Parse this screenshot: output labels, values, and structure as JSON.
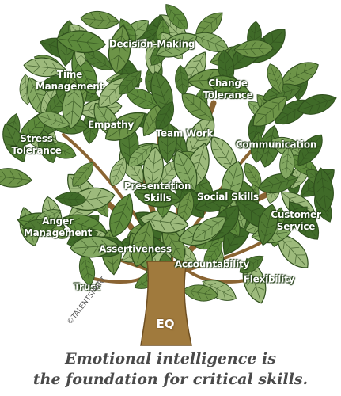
{
  "colors": {
    "leaf_dark": "#4f7a33",
    "leaf_mid": "#6d9448",
    "leaf_light": "#9dba7c",
    "trunk": "#a07a3d",
    "label_text": "#ffffff",
    "caption_text": "#4a4a4a"
  },
  "tree": {
    "trunk_label": "EQ",
    "copyright": "©TALENTSMART",
    "skills": [
      {
        "id": "decision-making",
        "lines": [
          "Decision-Making"
        ]
      },
      {
        "id": "time-management",
        "lines": [
          "Time",
          "Management"
        ]
      },
      {
        "id": "change-tolerance",
        "lines": [
          "Change",
          "Tolerance"
        ]
      },
      {
        "id": "empathy",
        "lines": [
          "Empathy"
        ]
      },
      {
        "id": "team-work",
        "lines": [
          "Team Work"
        ]
      },
      {
        "id": "stress-tolerance",
        "lines": [
          "Stress",
          "Tolerance"
        ]
      },
      {
        "id": "communication",
        "lines": [
          "Communication"
        ]
      },
      {
        "id": "presentation-skills",
        "lines": [
          "Presentation",
          "Skills"
        ]
      },
      {
        "id": "social-skills",
        "lines": [
          "Social Skills"
        ]
      },
      {
        "id": "customer-service",
        "lines": [
          "Customer",
          "Service"
        ]
      },
      {
        "id": "anger-management",
        "lines": [
          "Anger",
          "Management"
        ]
      },
      {
        "id": "assertiveness",
        "lines": [
          "Assertiveness"
        ]
      },
      {
        "id": "accountability",
        "lines": [
          "Accountability"
        ]
      },
      {
        "id": "flexibility",
        "lines": [
          "Flexibility"
        ]
      },
      {
        "id": "trust",
        "lines": [
          "Trust"
        ]
      }
    ]
  },
  "caption": {
    "line1": "Emotional intelligence is",
    "line2": "the foundation for critical skills."
  }
}
